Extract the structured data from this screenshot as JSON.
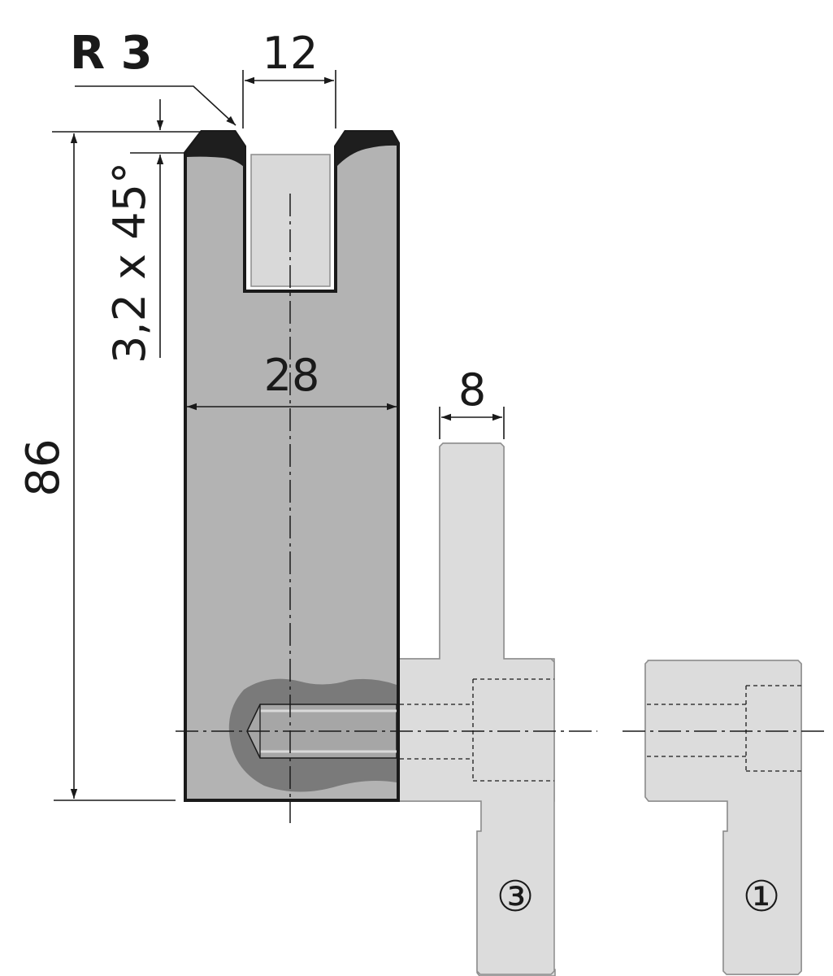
{
  "labels": {
    "radius": "R 3",
    "slot_width": "12",
    "chamfer": "3,2 x 45°",
    "total_height": "86",
    "body_width": "28",
    "tongue_width": "8",
    "position_3": "③",
    "position_1": "①"
  },
  "colors": {
    "die_body": "#b3b3b3",
    "die_outline": "#1a1a1a",
    "slot_insert": "#d9d9d9",
    "hardened_edge": "#1e1e1e",
    "inner_cut": "#7a7a7a",
    "clamp_fill": "#dcdcdc",
    "clamp_stroke": "#8c8c8c"
  }
}
